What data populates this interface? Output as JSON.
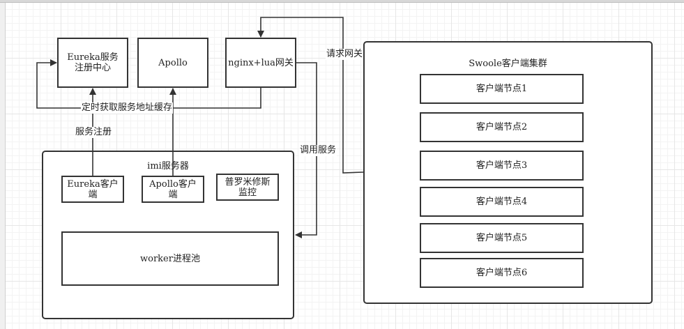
{
  "nodes": {
    "eureka_server": "Eureka服务注册中心",
    "apollo": "Apollo",
    "gateway": "nginx+lua网关",
    "imi_server": "imi服务器",
    "eureka_client": "Eureka客户端",
    "apollo_client": "Apollo客户端",
    "prometheus": "普罗米修斯监控",
    "worker_pool": "worker进程池",
    "swoole_cluster": "Swoole客户端集群",
    "client_nodes": [
      "客户端节点1",
      "客户端节点2",
      "客户端节点3",
      "客户端节点4",
      "客户端节点5",
      "客户端节点6"
    ]
  },
  "edges": {
    "fetch_cache": "定时获取服务地址缓存",
    "register": "服务注册",
    "call_service": "调用服务",
    "request_gateway": "请求网关"
  }
}
